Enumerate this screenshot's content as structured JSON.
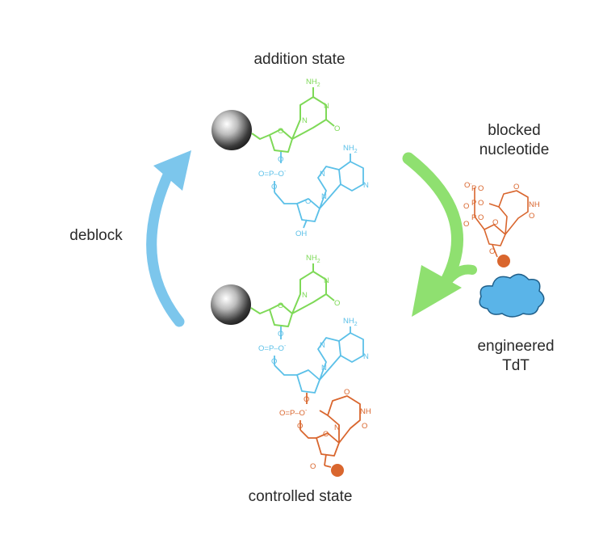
{
  "labels": {
    "addition_state": "addition state",
    "controlled_state": "controlled state",
    "deblock": "deblock",
    "blocked_nucleotide_line1": "blocked",
    "blocked_nucleotide_line2": "nucleotide",
    "engineered_tdt_line1": "engineered",
    "engineered_tdt_line2": "TdT"
  },
  "chem": {
    "nh2": "NH",
    "nh2_sub": "2",
    "n": "N",
    "o": "O",
    "oh": "OH",
    "nh": "NH",
    "o_minus": "O",
    "minus": "-",
    "p": "P",
    "o_eq_p": "O=",
    "p_o_minus": "P–O"
  },
  "colors": {
    "green": "#7ed957",
    "blue": "#5bc0e8",
    "orange": "#d9662e",
    "cloud": "#5ab4e8",
    "arrow_blue": "#7cc6ec",
    "arrow_green": "#8fe070",
    "bead": "#444444"
  }
}
